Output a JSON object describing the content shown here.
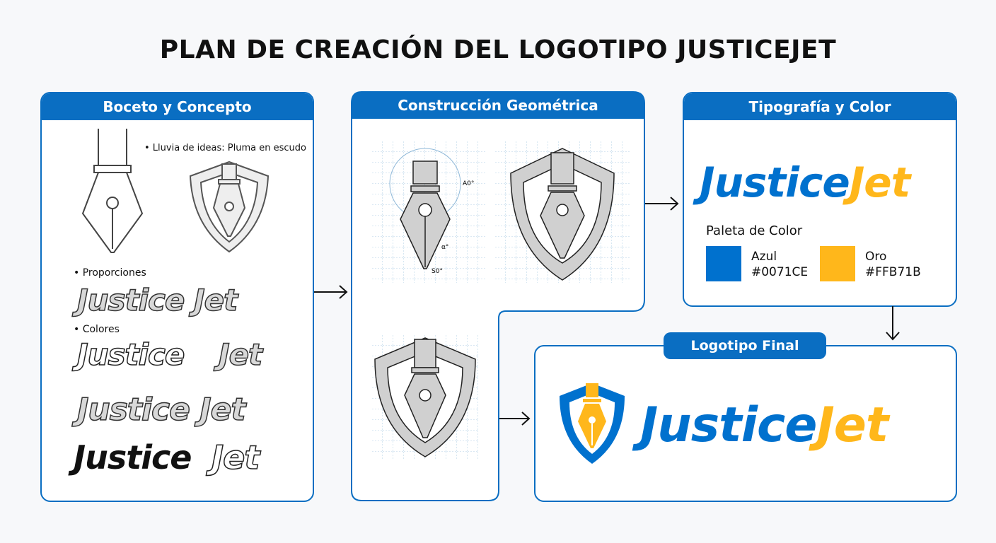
{
  "title": "PLAN DE CREACIÓN DEL LOGOTIPO JUSTICEJET",
  "panels": {
    "sketch": {
      "header": "Boceto y Concepto",
      "notes": [
        "• Lluvia de ideas: Pluma en escudo",
        "• Proporciones",
        "• Colores"
      ],
      "wordmarks": [
        "Justice Jet",
        "Justice",
        "Jet",
        "Justice Jet",
        "Justice",
        "Jet"
      ]
    },
    "construction": {
      "header": "Construcción Geométrica",
      "angles": [
        "A0°",
        "α°",
        "S0°"
      ]
    },
    "typography": {
      "header": "Tipografía y Color",
      "wordmark_a": "Justice",
      "wordmark_b": "Jet",
      "palette_title": "Paleta de Color",
      "swatches": [
        {
          "name": "Azul",
          "hex": "#0071CE"
        },
        {
          "name": "Oro",
          "hex": "#FFB71B"
        }
      ]
    },
    "final": {
      "header": "Logotipo Final",
      "wordmark_a": "Justice",
      "wordmark_b": "Jet"
    }
  },
  "colors": {
    "accent": "#0a6ec2",
    "blue": "#0071CE",
    "gold": "#FFB71B"
  }
}
